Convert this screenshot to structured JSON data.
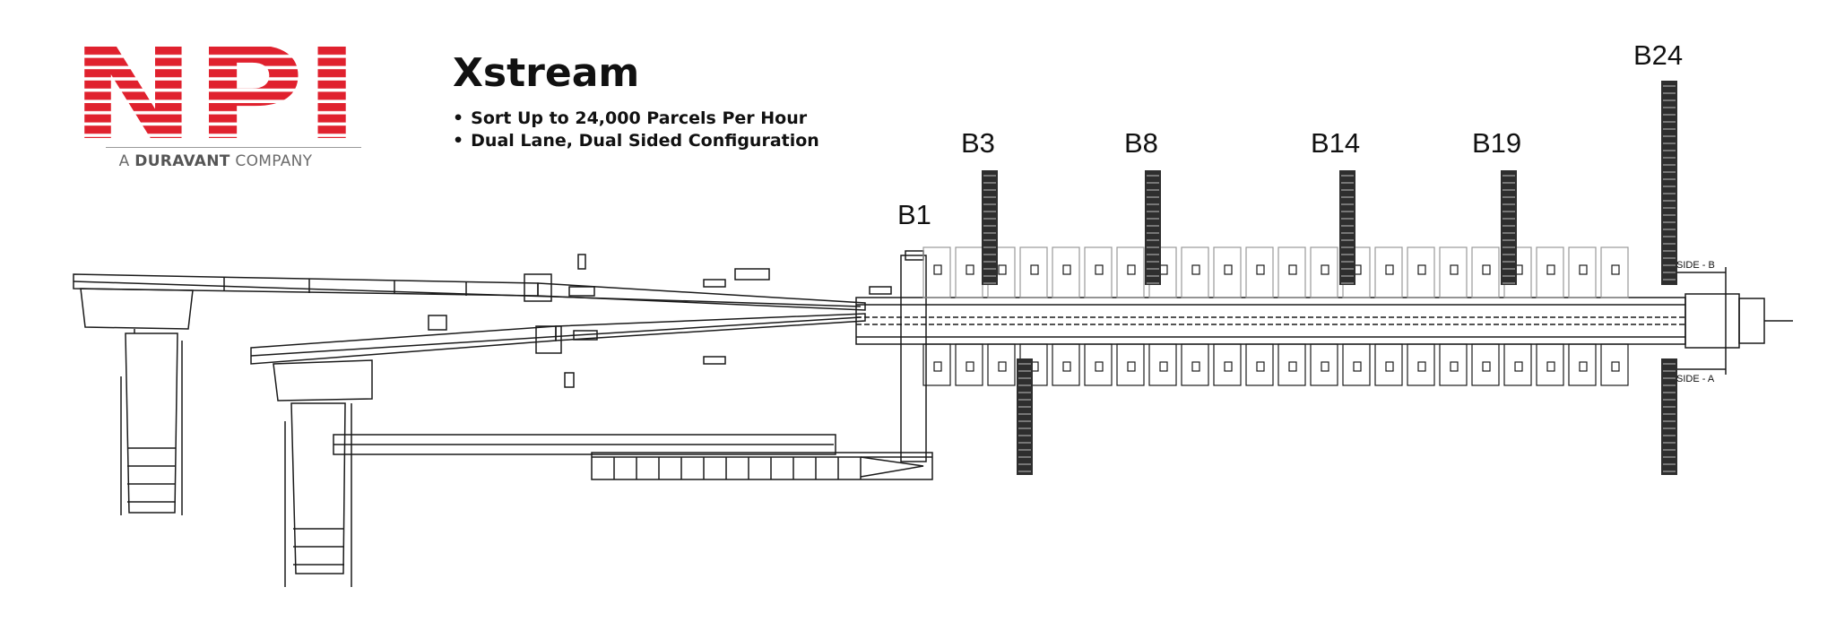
{
  "brand": {
    "name": "NPI",
    "tagline_prefix": "A",
    "tagline_bold": "DURAVANT",
    "tagline_suffix": "COMPANY",
    "colors": {
      "logo_red": "#e0212e",
      "tagline_gray": "#6b6b6b"
    }
  },
  "product": {
    "title": "Xstream",
    "features": [
      "Sort Up to 24,000 Parcels Per Hour",
      "Dual Lane, Dual Sided Configuration"
    ]
  },
  "diagram": {
    "bay_labels": [
      "B1",
      "B3",
      "B8",
      "B14",
      "B19",
      "B24"
    ],
    "side_labels": {
      "top": "SIDE - B",
      "bottom": "SIDE - A"
    },
    "line_color": "#1a1a1a"
  }
}
